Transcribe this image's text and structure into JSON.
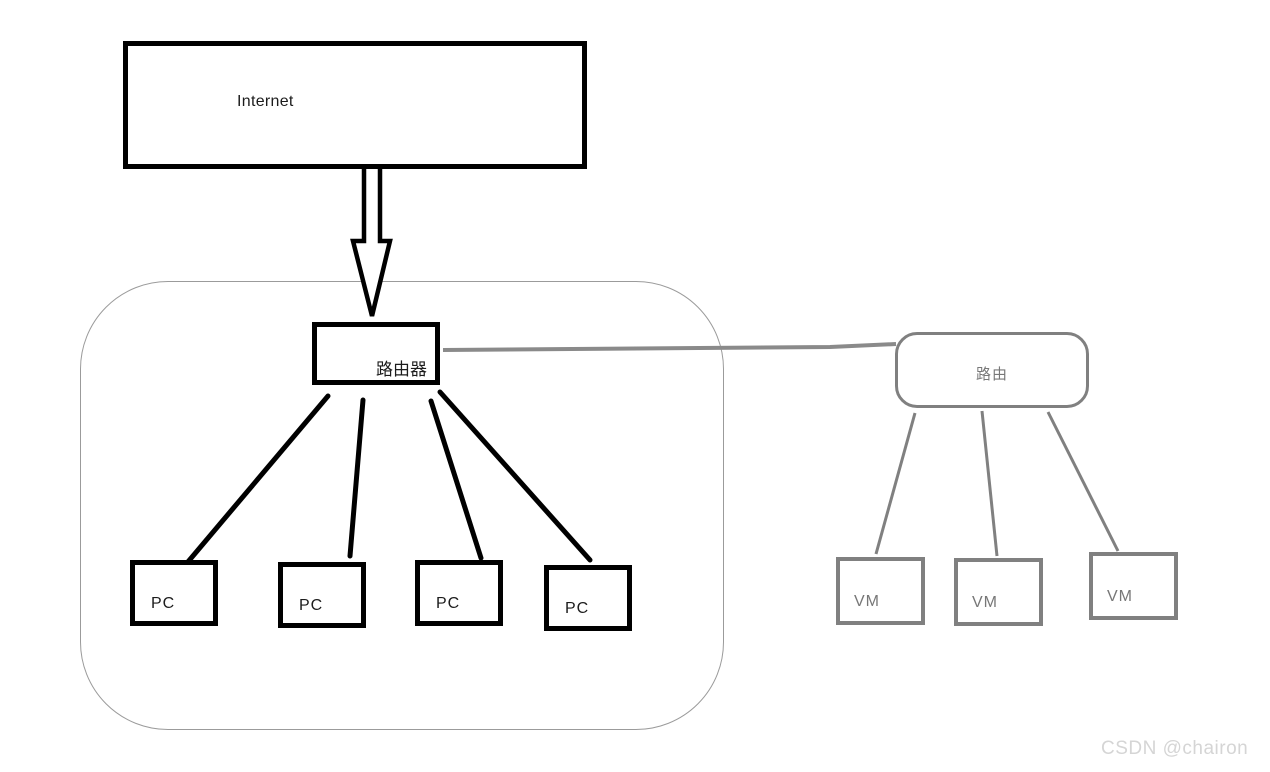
{
  "diagram": {
    "internet_label": "Internet",
    "lan": {
      "router_label": "路由器",
      "pc_labels": [
        "PC",
        "PC",
        "PC",
        "PC"
      ]
    },
    "cloud": {
      "router_label": "路由",
      "vm_labels": [
        "VM",
        "VM",
        "VM"
      ]
    }
  },
  "watermark": "CSDN @chairon",
  "colors": {
    "ink": "#000000",
    "gray_element": "#808080",
    "container_outline": "#9b9b9b",
    "watermark_text": "#d5d5d5",
    "background": "#ffffff"
  }
}
